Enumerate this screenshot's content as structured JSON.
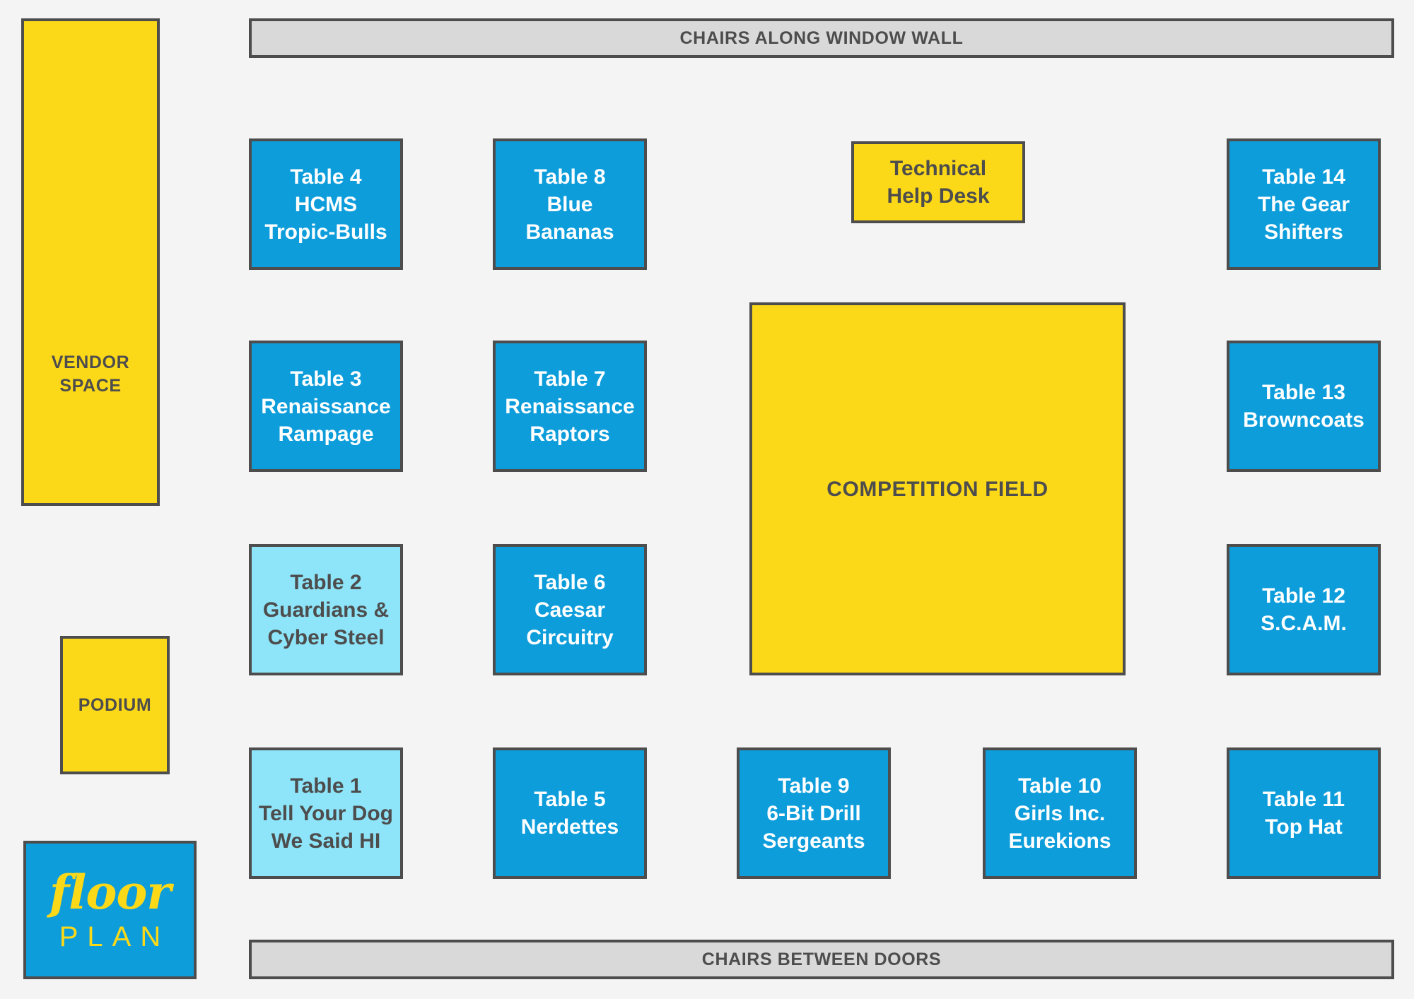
{
  "page": {
    "title": "Floor Plan",
    "background_color": "#F4F4F4"
  },
  "colors": {
    "blue": "#0D9DDB",
    "light_blue": "#8EE4F8",
    "yellow": "#FCD918",
    "gray": "#D9D9D9",
    "outline": "#4D4D4D",
    "white_text": "#FFFFFF",
    "dark_text": "#4D4D4D"
  },
  "logo": {
    "script_word": "floor",
    "block_word": "PLAN"
  },
  "banners": {
    "top": "CHAIRS ALONG WINDOW WALL",
    "bottom": "CHAIRS BETWEEN DOORS"
  },
  "rooms": {
    "vendor_space": {
      "line1": "VENDOR",
      "line2": "SPACE"
    },
    "podium": {
      "line1": "PODIUM"
    },
    "competition_field": {
      "line1": "COMPETITION FIELD"
    },
    "help_desk": {
      "line1": "Technical",
      "line2": "Help Desk"
    }
  },
  "tables": [
    {
      "id": 1,
      "fill": "light_blue",
      "line1": "Table 1",
      "line2": "Tell Your Dog",
      "line3": "We Said HI"
    },
    {
      "id": 2,
      "fill": "light_blue",
      "line1": "Table 2",
      "line2": "Guardians &",
      "line3": "Cyber Steel"
    },
    {
      "id": 3,
      "fill": "blue",
      "line1": "Table 3",
      "line2": "Renaissance",
      "line3": "Rampage"
    },
    {
      "id": 4,
      "fill": "blue",
      "line1": "Table 4",
      "line2": "HCMS",
      "line3": "Tropic-Bulls"
    },
    {
      "id": 5,
      "fill": "blue",
      "line1": "Table 5",
      "line2": "Nerdettes",
      "line3": ""
    },
    {
      "id": 6,
      "fill": "blue",
      "line1": "Table 6",
      "line2": "Caesar",
      "line3": "Circuitry"
    },
    {
      "id": 7,
      "fill": "blue",
      "line1": "Table 7",
      "line2": "Renaissance",
      "line3": "Raptors"
    },
    {
      "id": 8,
      "fill": "blue",
      "line1": "Table 8",
      "line2": "Blue",
      "line3": "Bananas"
    },
    {
      "id": 9,
      "fill": "blue",
      "line1": "Table 9",
      "line2": "6-Bit Drill",
      "line3": "Sergeants"
    },
    {
      "id": 10,
      "fill": "blue",
      "line1": "Table 10",
      "line2": "Girls Inc.",
      "line3": "Eurekions"
    },
    {
      "id": 11,
      "fill": "blue",
      "line1": "Table 11",
      "line2": "Top Hat",
      "line3": ""
    },
    {
      "id": 12,
      "fill": "blue",
      "line1": "Table 12",
      "line2": "S.C.A.M.",
      "line3": ""
    },
    {
      "id": 13,
      "fill": "blue",
      "line1": "Table 13",
      "line2": "Browncoats",
      "line3": ""
    },
    {
      "id": 14,
      "fill": "blue",
      "line1": "Table 14",
      "line2": "The Gear",
      "line3": "Shifters"
    }
  ]
}
